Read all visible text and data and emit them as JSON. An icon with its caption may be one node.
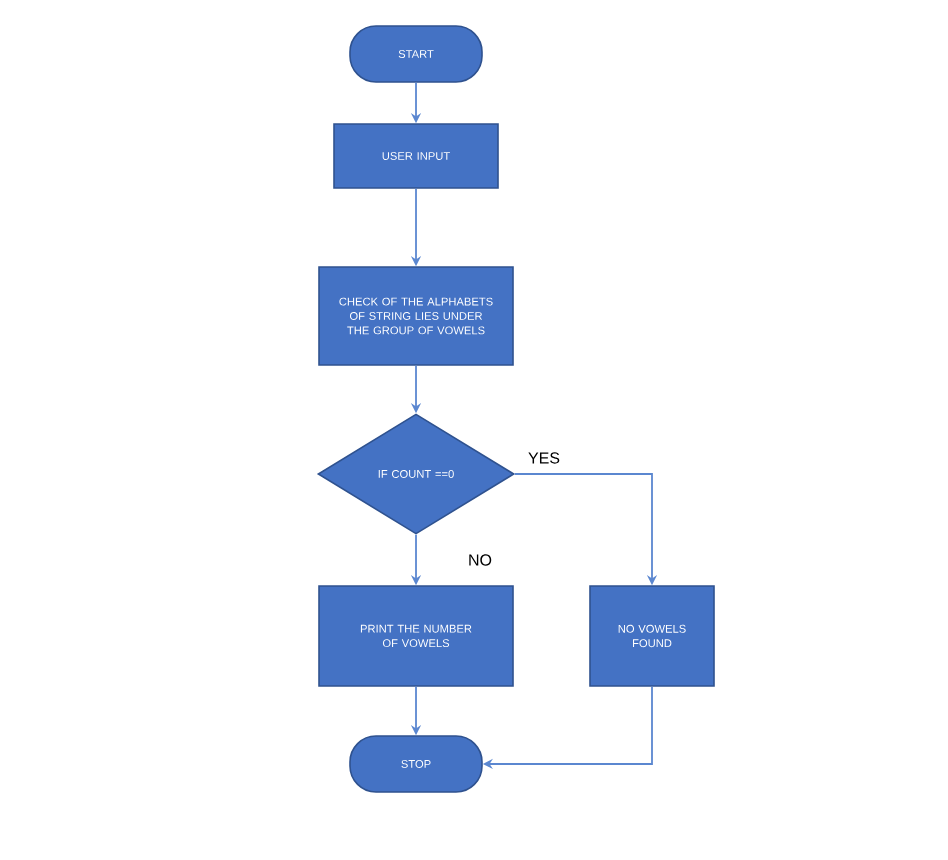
{
  "diagram": {
    "nodes": [
      {
        "text": [
          "START"
        ]
      },
      {
        "text": [
          "USER INPUT"
        ]
      },
      {
        "text": [
          "CHECK OF THE ALPHABETS OF STRING LIES UNDER THE GROUP OF VOWELS"
        ]
      },
      {
        "text": [
          "IF COUNT ==0"
        ]
      },
      {
        "text": [
          "PRINT THE NUMBER OF VOWELS"
        ]
      },
      {
        "text": [
          "NO VOWELS FOUND"
        ]
      },
      {
        "text": [
          "STOP"
        ]
      }
    ],
    "edges": [
      {
        "from": 0,
        "to": 1,
        "arrow": "to"
      },
      {
        "from": 1,
        "to": 2,
        "arrow": "to"
      },
      {
        "from": 2,
        "to": 3,
        "arrow": "to"
      },
      {
        "from": 3,
        "to": 4,
        "arrow": "to",
        "label": "NO"
      },
      {
        "from": 3,
        "to": 5,
        "arrow": "to",
        "label": "YES"
      },
      {
        "from": 4,
        "to": 6,
        "arrow": "to"
      },
      {
        "from": 5,
        "to": 6,
        "arrow": "to"
      }
    ]
  }
}
